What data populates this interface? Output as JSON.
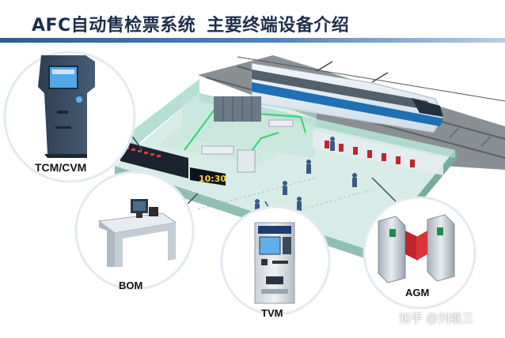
{
  "header": {
    "title_main": "AFC自动售检票系统",
    "title_sub": "主要终端设备介绍"
  },
  "devices": [
    {
      "label": "TCM/CVM"
    },
    {
      "label": "BOM"
    },
    {
      "label": "TVM"
    },
    {
      "label": "AGM"
    }
  ],
  "station": {
    "clock_text": "10:30"
  },
  "watermark": {
    "text": "知乎 @刘继三"
  },
  "colors": {
    "title": "#1f2e4a",
    "title_bar": "#2b5f8f",
    "train_blue": "#1f6fb2",
    "wall_green": "#9ed3c3",
    "floor": "#d7ece6",
    "accent_red": "#c0262d"
  }
}
